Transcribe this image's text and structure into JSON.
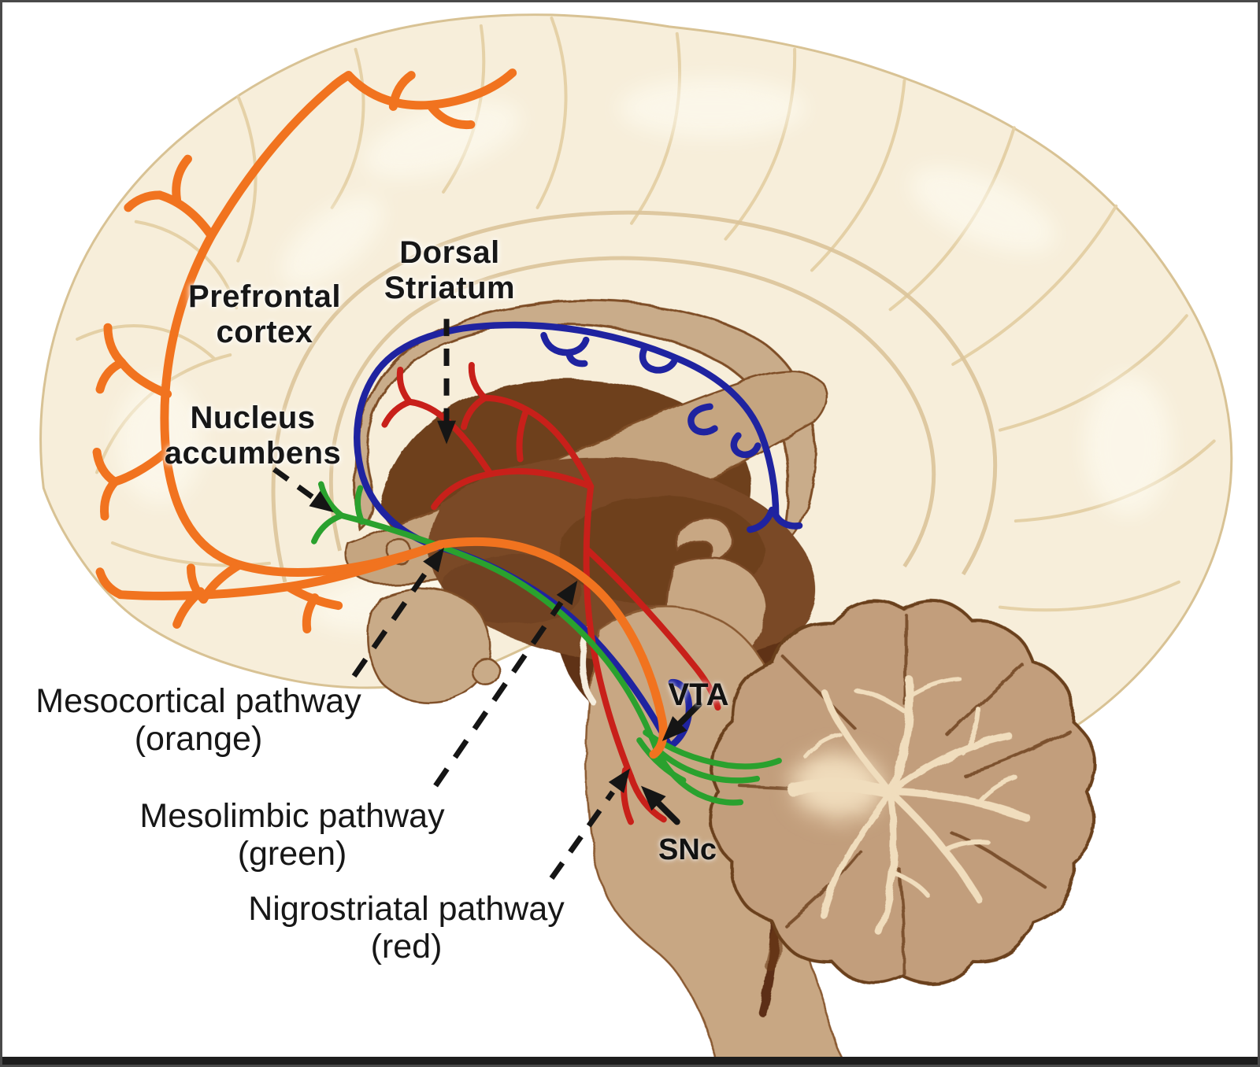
{
  "figure": {
    "subject": "Midsagittal human brain diagram showing dopaminergic pathways"
  },
  "labels": {
    "prefrontal_cortex": {
      "line1": "Prefrontal",
      "line2": "cortex"
    },
    "dorsal_striatum": {
      "line1": "Dorsal",
      "line2": "Striatum"
    },
    "nucleus_accumbens": {
      "line1": "Nucleus",
      "line2": "accumbens"
    },
    "vta": {
      "abbr": "VTA"
    },
    "snc": {
      "abbr": "SNc"
    }
  },
  "pathways": {
    "mesocortical": {
      "name": "Mesocortical pathway",
      "color_note": "(orange)",
      "color": "#f1731f"
    },
    "mesolimbic": {
      "name": "Mesolimbic pathway",
      "color_note": "(green)",
      "color": "#2aa12e"
    },
    "nigrostriatal": {
      "name": "Nigrostriatal pathway",
      "color_note": "(red)",
      "color": "#c8201a"
    }
  },
  "colors": {
    "striatal_projection_blue": "#1f23a0",
    "annotation_black": "#151515"
  }
}
